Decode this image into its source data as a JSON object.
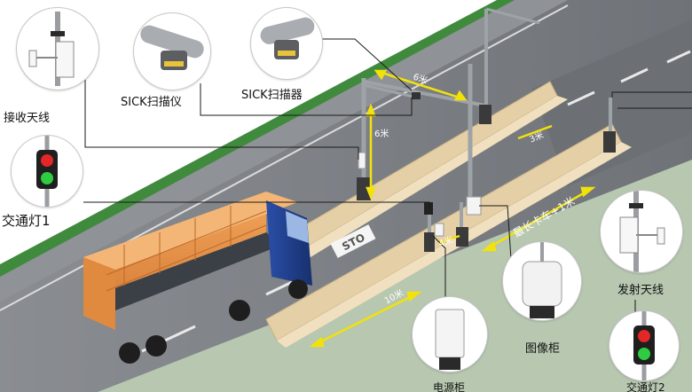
{
  "labels": {
    "receive_antenna": "接收天线",
    "sick_scanner_1": "SICK扫描仪",
    "sick_scanner_2": "SICK扫描器",
    "traffic_light_1": "交通灯1",
    "transmit_antenna": "发射天线",
    "image_cabinet": "图像柜",
    "power_cabinet": "电源柜",
    "traffic_light_2": "交通灯2"
  },
  "dimensions": {
    "gantry_width": "6米",
    "gantry_height": "6米",
    "lane_offset": "3米",
    "pole_gap": "4米",
    "pre_distance": "10米",
    "truck_length": "最长卡车+1米"
  },
  "road_marking": "STO",
  "colors": {
    "grass": "#3f8a3c",
    "road": "#7d8085",
    "barrier": "#e4cfa6",
    "dimension_arrow": "#f2e20a",
    "leader_line": "#1a1a1a",
    "truck_cab": "#1f3c8a",
    "cargo": "#e9954a",
    "light_red": "#e32626",
    "light_green": "#2ecc40"
  }
}
